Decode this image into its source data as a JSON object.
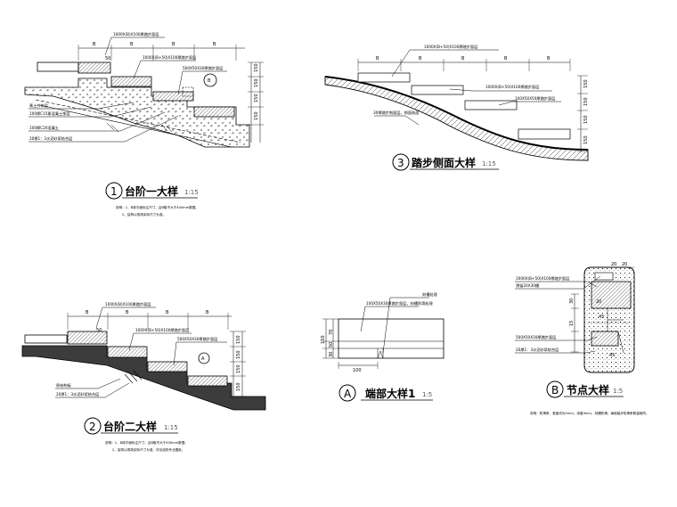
{
  "detail1": {
    "marker": "1",
    "title": "台阶一大样",
    "scale": "1:15",
    "notes": [
      "说明：1、B按平面标注尺寸，且B取不大于400mm数据。",
      "2、结构以现场实际尺寸为准。"
    ],
    "dims_top": [
      "B",
      "B",
      "B",
      "B"
    ],
    "callouts": [
      "1000X(B)X100厚踏步面层",
      "1000X(B+50)X100厚踏步面层",
      "500X50X30厚踏步面层"
    ],
    "labels": [
      "素土夯实层",
      "100厚C15素混凝土垫层",
      "100厚C20混凝土",
      "20厚1：3水泥砂浆结合层"
    ],
    "dims_right": [
      "150",
      "150",
      "150",
      "150"
    ],
    "dim_small": "50",
    "ref": "B"
  },
  "detail2": {
    "marker": "2",
    "title": "台阶二大样",
    "scale": "1:15",
    "notes": [
      "说明：1、B按平面标注尺寸，且B取不大于400mm数据。",
      "2、结构以现场实际尺寸为准，详见结构专业图纸。"
    ],
    "dims_top": [
      "B",
      "B",
      "B",
      "B"
    ],
    "callouts": [
      "1000X(B)X100厚踏步面层",
      "1000X(B+50)X100厚踏步面层",
      "500X50X30厚踏步面层"
    ],
    "labels": [
      "原结构板",
      "20厚1：3水泥砂浆结合层"
    ],
    "dims_right": [
      "150",
      "150",
      "150",
      "150"
    ],
    "dim_small": "50",
    "ref": "A"
  },
  "detail3": {
    "marker": "3",
    "title": "踏步侧面大样",
    "scale": "1:15",
    "dims_top": [
      "B",
      "B",
      "B",
      "B",
      "B"
    ],
    "callouts": [
      "1000X(B+50)X100厚踏步面层",
      "1000X(B+50)X100厚踏步面层",
      "100X50X50厚踏步面层"
    ],
    "labels": [
      "30厚踏步侧面层，侧面贴面"
    ],
    "dims_right": [
      "150",
      "150",
      "150",
      "150"
    ]
  },
  "detailA": {
    "marker": "A",
    "title": "端部大样1",
    "scale": "1:5",
    "callouts": [
      "100X50X30厚踏步面层，刻槽防滑处理",
      "刻槽处理"
    ],
    "dims": [
      "150",
      "70",
      "50",
      "30",
      "100"
    ]
  },
  "detailB": {
    "marker": "B",
    "title": "节点大样",
    "scale": "1:5",
    "note": "说明：防滑条，宽度均为5mm，深度3mm，刻槽防滑，每段踏步防滑条数量相同。",
    "callouts": [
      "1000X(B+50)X100厚踏步面层",
      "预留20X30槽",
      "500X50X30厚踏步面层",
      "20厚1：3水泥砂浆结合层"
    ],
    "dims": [
      "20",
      "20",
      "30",
      "20",
      "45",
      "15",
      "45"
    ]
  }
}
